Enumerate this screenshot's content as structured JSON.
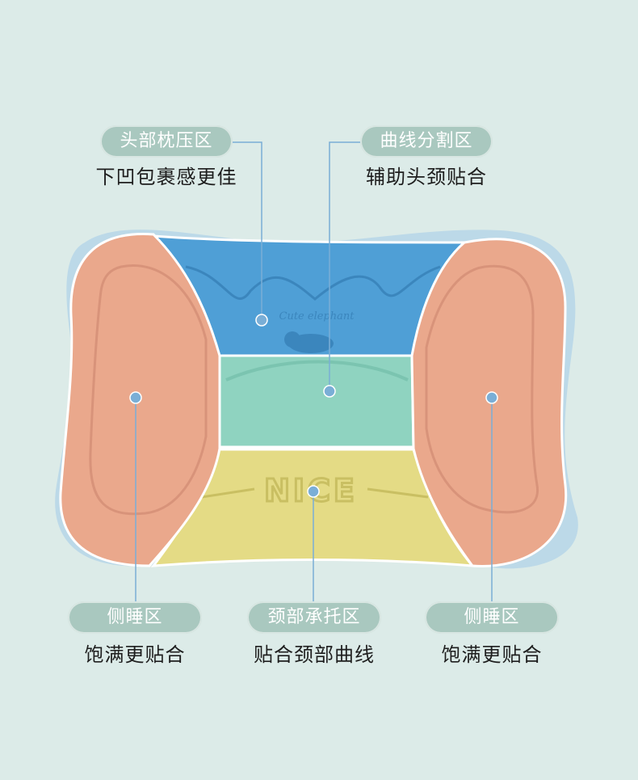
{
  "labels": {
    "head_zone": {
      "title": "头部枕压区",
      "desc": "下凹包裹感更佳"
    },
    "curve_zone": {
      "title": "曲线分割区",
      "desc": "辅助头颈贴合"
    },
    "side_left": {
      "title": "侧睡区",
      "desc": "饱满更贴合"
    },
    "neck_zone": {
      "title": "颈部承托区",
      "desc": "贴合颈部曲线"
    },
    "side_right": {
      "title": "侧睡区",
      "desc": "饱满更贴合"
    }
  },
  "pillow_print": {
    "elephant_text": "Cute elephant",
    "nice_text": "NICE"
  },
  "colors": {
    "background": "#dcebe8",
    "pill": "#a9c8bf",
    "blue_zone": "#4f9fd6",
    "green_zone": "#8fd3c0",
    "yellow_zone": "#e4db85",
    "side_zone": "#eaa88c",
    "leader_line": "#7aaed6",
    "dot": "#7aaed6"
  }
}
